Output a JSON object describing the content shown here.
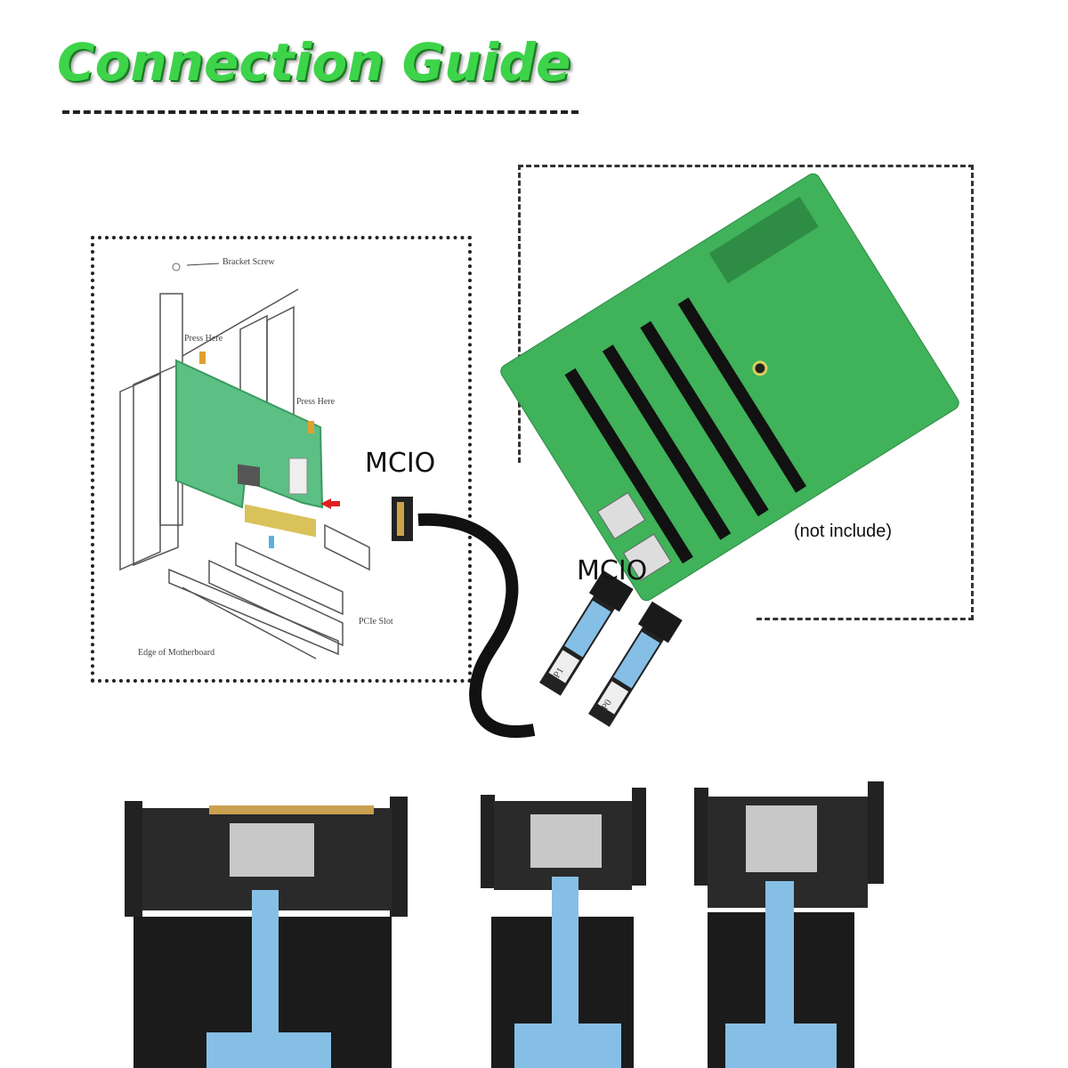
{
  "title": "Connection Guide",
  "diagram": {
    "bracket_screw": "Bracket Screw",
    "press_here_1": "Press Here",
    "press_here_2": "Press Here",
    "pcie_slot": "PCIe Slot",
    "edge_of_motherboard": "Edge of Motherboard"
  },
  "cable": {
    "label_host": "MCIO",
    "label_device": "MCIO",
    "port_labels": [
      "P1",
      "P0"
    ]
  },
  "board_note": "(not include)",
  "colors": {
    "title_green": "#3dd44a",
    "pcb_green": "#3fb25a",
    "cable_blue": "#86bfe6",
    "connector_black": "#1a1a1a"
  }
}
